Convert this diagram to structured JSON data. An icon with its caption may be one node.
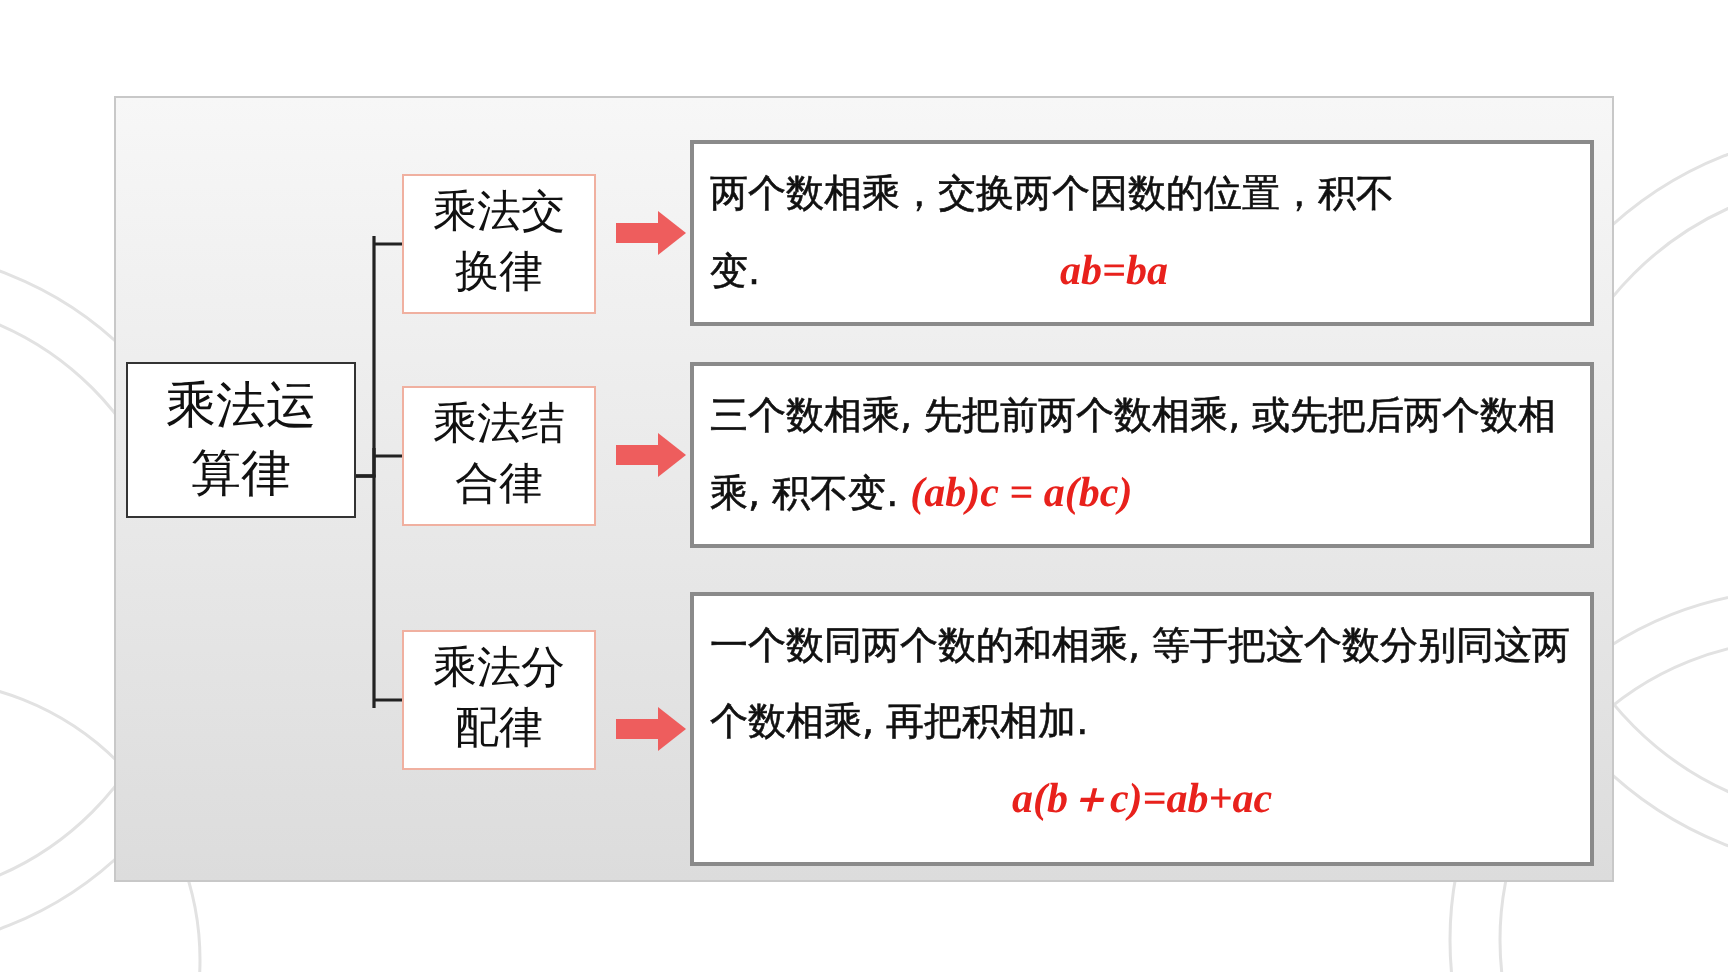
{
  "diagram": {
    "nodes": [
      {
        "text": [
          "乘法运算律"
        ]
      },
      {
        "text": [
          "乘法交换律"
        ]
      },
      {
        "text": [
          "乘法结合律"
        ]
      },
      {
        "text": [
          "乘法分配律"
        ]
      },
      {
        "text": [
          "两个数相乘，交换两个因数的位置，积不变.",
          "ab=ba"
        ]
      },
      {
        "text": [
          "三个数相乘, 先把前两个数相乘, 或先把后两个数相乘, 积不变.",
          "(ab)c = a(bc)"
        ]
      },
      {
        "text": [
          "一个数同两个数的和相乘, 等于把这个数分别同这两个数相乘, 再把积相加.",
          "a(b＋c)=ab+ac"
        ]
      }
    ],
    "edges": [
      {
        "from": 0,
        "to": 1,
        "arrow": "none"
      },
      {
        "from": 0,
        "to": 2,
        "arrow": "none"
      },
      {
        "from": 0,
        "to": 3,
        "arrow": "none"
      },
      {
        "from": 1,
        "to": 4,
        "arrow": "to",
        "style": "thick",
        "color": "#ee5d5d"
      },
      {
        "from": 2,
        "to": 5,
        "arrow": "to",
        "style": "thick",
        "color": "#ee5d5d"
      },
      {
        "from": 3,
        "to": 6,
        "arrow": "to",
        "style": "thick",
        "color": "#ee5d5d"
      }
    ]
  }
}
